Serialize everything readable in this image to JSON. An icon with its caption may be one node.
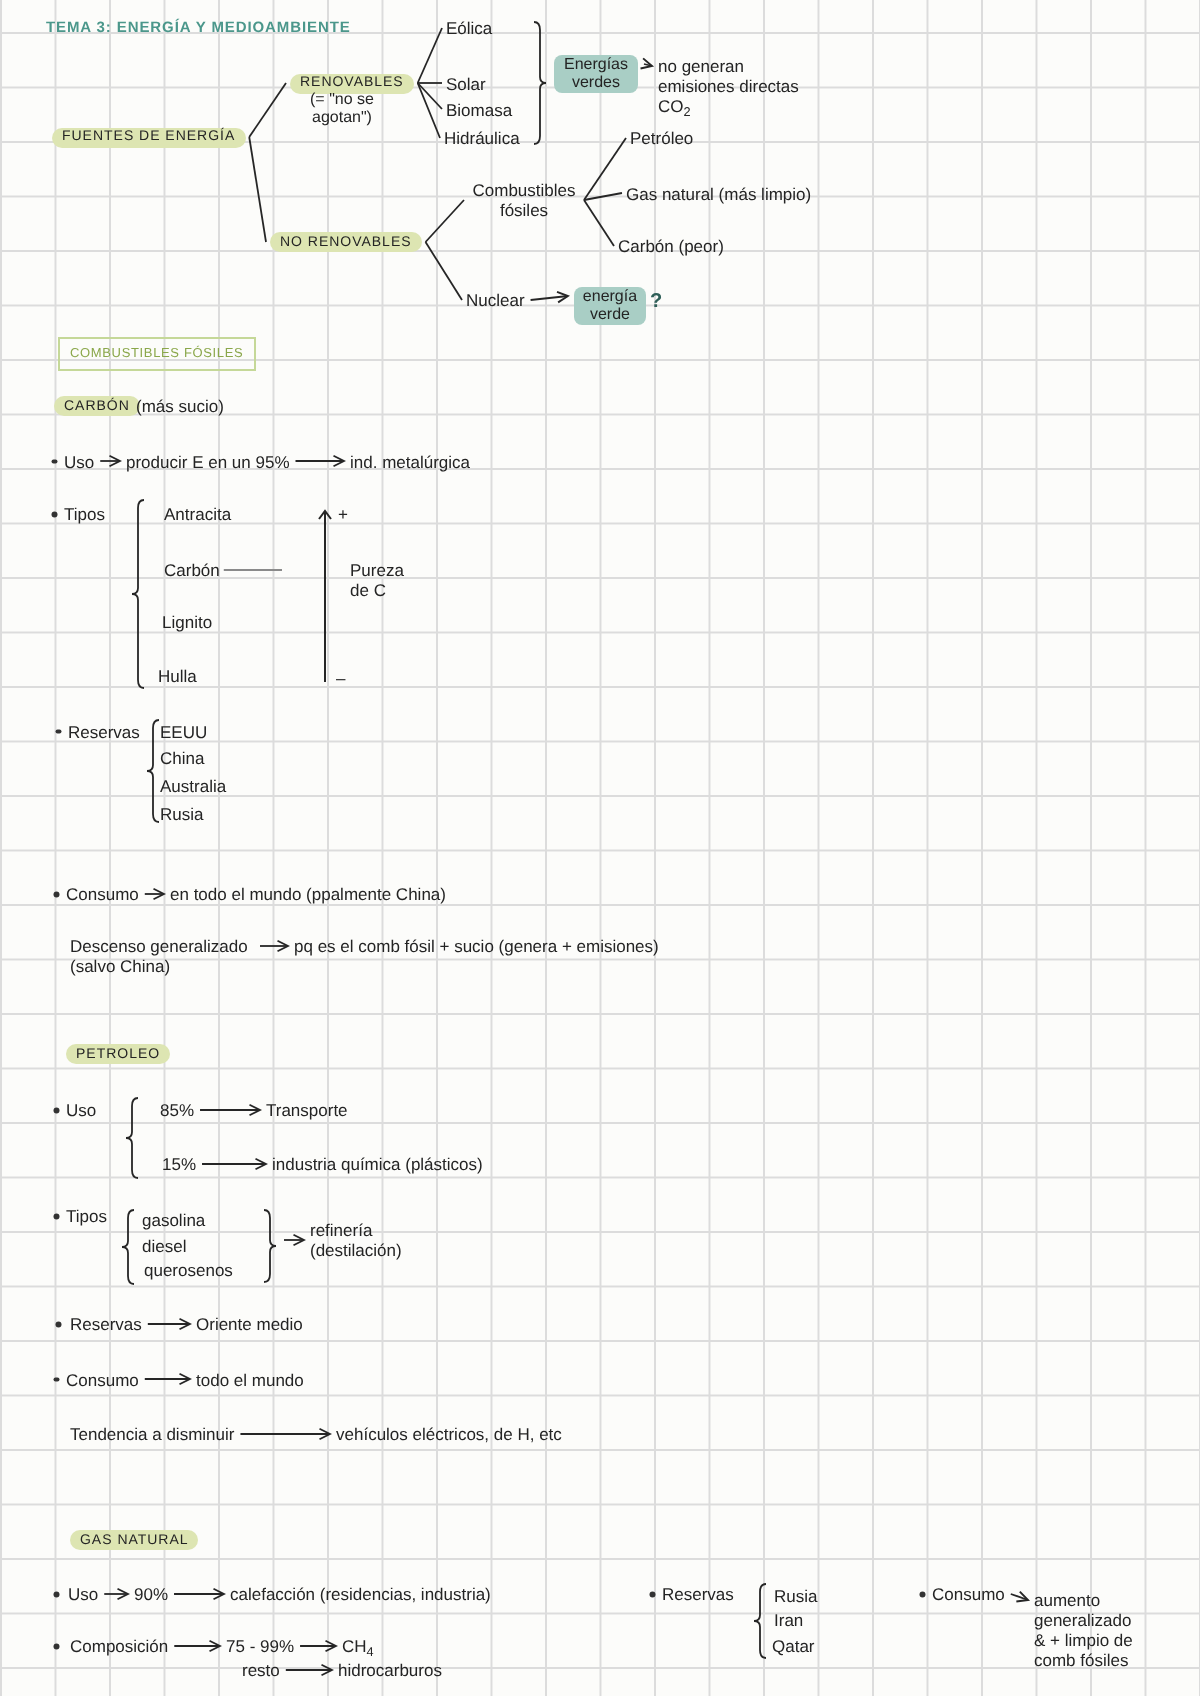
{
  "diagram": {
    "title": "TEMA 3: ENERGÍA Y MEDIOAMBIENTE",
    "nodes": [
      {
        "text": [
          "FUENTES DE ENERGÍA"
        ]
      },
      {
        "text": [
          "RENOVABLES"
        ],
        "beside": [
          "(= \"no se agotan\")"
        ]
      },
      {
        "text": [
          "Eólica"
        ]
      },
      {
        "text": [
          "Solar"
        ]
      },
      {
        "text": [
          "Biomasa"
        ]
      },
      {
        "text": [
          "Hidráulica"
        ]
      },
      {
        "text": [
          "Energías verdes"
        ]
      },
      {
        "text": [
          "no generan emisiones directas CO$_{2}$"
        ]
      },
      {
        "text": [
          "Petróleo"
        ]
      },
      {
        "text": [
          "Combustibles fósiles"
        ]
      },
      {
        "text": [
          "Gas natural (más limpio)"
        ]
      },
      {
        "text": [
          "Carbón (peor)"
        ]
      },
      {
        "text": [
          "NO RENOVABLES"
        ]
      },
      {
        "text": [
          "Nuclear"
        ]
      },
      {
        "text": [
          "energía verde"
        ],
        "beside": [
          "?"
        ]
      },
      {
        "text": [
          "COMBUSTIBLES FÓSILES"
        ]
      },
      {
        "text": [
          "CARBÓN"
        ],
        "beside": [
          "(más sucio)"
        ]
      },
      {
        "text": [
          "Uso"
        ]
      },
      {
        "text": [
          "producir E en un 95%"
        ]
      },
      {
        "text": [
          "ind. metalúrgica"
        ]
      },
      {
        "text": [
          "Carbón"
        ]
      },
      {
        "text": [
          "Consumo"
        ]
      },
      {
        "text": [
          "en todo el mundo (ppalmente China)"
        ]
      },
      {
        "text": [
          "Descenso generalizado (salvo China)"
        ]
      },
      {
        "text": [
          "pq es el comb fósil + sucio (genera + emisiones)"
        ]
      },
      {
        "text": [
          "PETROLEO"
        ]
      },
      {
        "text": [
          "85%"
        ]
      },
      {
        "text": [
          "Transporte"
        ]
      },
      {
        "text": [
          "15%"
        ]
      },
      {
        "text": [
          "industria química (plásticos)"
        ]
      },
      {
        "text": [
          "refinería (destilación)"
        ]
      },
      {
        "text": [
          "Reservas"
        ]
      },
      {
        "text": [
          "Oriente medio"
        ]
      },
      {
        "text": [
          "Consumo"
        ]
      },
      {
        "text": [
          "todo el mundo"
        ]
      },
      {
        "text": [
          "Tendencia a disminuir"
        ]
      },
      {
        "text": [
          "vehículos eléctricos, de H, etc"
        ]
      },
      {
        "text": [
          "GAS NATURAL"
        ]
      },
      {
        "text": [
          "Uso"
        ]
      },
      {
        "text": [
          "90%"
        ]
      },
      {
        "text": [
          "calefacción (residencias, industria)"
        ]
      },
      {
        "text": [
          "Consumo"
        ]
      },
      {
        "text": [
          "aumento generalizado & + limpio de comb fósiles"
        ]
      },
      {
        "text": [
          "Composición"
        ]
      },
      {
        "text": [
          "75 - 99%"
        ]
      },
      {
        "text": [
          "CH$_{4}$"
        ]
      },
      {
        "text": [
          "resto"
        ]
      },
      {
        "text": [
          "hidrocarburos"
        ]
      }
    ],
    "edges": [
      {
        "from": 0,
        "to": 1,
        "arrow": "none"
      },
      {
        "from": 0,
        "to": 12,
        "arrow": "none"
      },
      {
        "from": 1,
        "to": 2,
        "arrow": "none"
      },
      {
        "from": 1,
        "to": 3,
        "arrow": "none"
      },
      {
        "from": 1,
        "to": 4,
        "arrow": "none"
      },
      {
        "from": 1,
        "to": 5,
        "arrow": "none"
      },
      {
        "from": 6,
        "to": 7,
        "arrow": "to"
      },
      {
        "from": 12,
        "to": 9,
        "arrow": "none"
      },
      {
        "from": 12,
        "to": 13,
        "arrow": "none"
      },
      {
        "from": 9,
        "to": 8,
        "arrow": "none"
      },
      {
        "from": 9,
        "to": 10,
        "arrow": "none"
      },
      {
        "from": 9,
        "to": 11,
        "arrow": "none"
      },
      {
        "from": 13,
        "to": 14,
        "arrow": "to"
      },
      {
        "from": 17,
        "to": 18,
        "arrow": "to"
      },
      {
        "from": 18,
        "to": 19,
        "arrow": "to"
      },
      {
        "from": 20,
        "to": null,
        "arrow": "none",
        "color": "#8a8a8a"
      },
      {
        "from": 21,
        "to": 22,
        "arrow": "to"
      },
      {
        "from": 23,
        "to": 24,
        "arrow": "to"
      },
      {
        "from": 26,
        "to": 27,
        "arrow": "to"
      },
      {
        "from": 28,
        "to": 29,
        "arrow": "to"
      },
      {
        "from": null,
        "to": 30,
        "arrow": "to"
      },
      {
        "from": 31,
        "to": 32,
        "arrow": "to"
      },
      {
        "from": 33,
        "to": 34,
        "arrow": "to"
      },
      {
        "from": 35,
        "to": 36,
        "arrow": "to"
      },
      {
        "from": 38,
        "to": 39,
        "arrow": "to"
      },
      {
        "from": 39,
        "to": 40,
        "arrow": "to"
      },
      {
        "from": 41,
        "to": 42,
        "arrow": "to"
      },
      {
        "from": 43,
        "to": 44,
        "arrow": "to"
      },
      {
        "from": 44,
        "to": 45,
        "arrow": "to"
      },
      {
        "from": 46,
        "to": 47,
        "arrow": "to"
      }
    ],
    "labels": [
      "Tipos",
      "Antracita",
      "+",
      "Pureza de C",
      "Lignito",
      "Hulla",
      "–",
      "Reservas",
      "EEUU",
      "China",
      "Australia",
      "Rusia",
      "Uso",
      "Tipos",
      "gasolina",
      "diesel",
      "querosenos",
      "Reservas",
      "Rusia",
      "Iran",
      "Qatar"
    ]
  }
}
